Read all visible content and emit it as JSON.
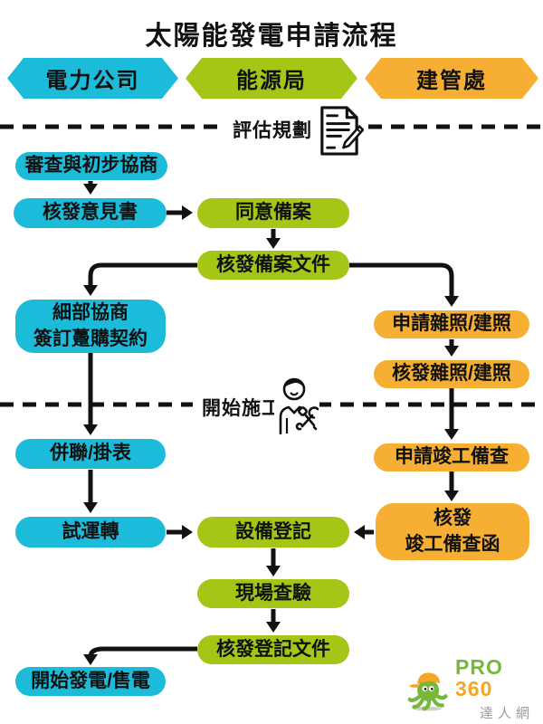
{
  "title": "太陽能發電申請流程",
  "colors": {
    "cyan": "#1BBBD9",
    "green": "#A4C617",
    "orange": "#F6AF32",
    "ink": "#111111",
    "logo_green": "#76B73C",
    "logo_orange": "#F5A623",
    "logo_gray": "#9C9C9C"
  },
  "lanes": [
    {
      "id": "power-company",
      "label": "電力公司",
      "color": "cyan"
    },
    {
      "id": "energy-bureau",
      "label": "能源局",
      "color": "green"
    },
    {
      "id": "building-administration",
      "label": "建管處",
      "color": "orange"
    }
  ],
  "phases": [
    {
      "label": "評估規劃",
      "icon": "document-pencil-icon"
    },
    {
      "label": "開始施工",
      "icon": "construction-worker-icon"
    }
  ],
  "nodes": [
    {
      "id": "review-initial-negotiation",
      "label": "審查與初步協商",
      "lane": "電力公司",
      "color": "cyan"
    },
    {
      "id": "issue-opinion-letter",
      "label": "核發意見書",
      "lane": "電力公司",
      "color": "cyan"
    },
    {
      "id": "consent-filing",
      "label": "同意備案",
      "lane": "能源局",
      "color": "green"
    },
    {
      "id": "issue-filing-document",
      "label": "核發備案文件",
      "lane": "能源局",
      "color": "green"
    },
    {
      "id": "detailed-negotiation-sign-ppa",
      "label": "細部協商\n簽訂躉購契約",
      "lane": "電力公司",
      "color": "cyan"
    },
    {
      "id": "apply-misc-building-permit",
      "label": "申請雜照/建照",
      "lane": "建管處",
      "color": "orange"
    },
    {
      "id": "issue-misc-building-permit",
      "label": "核發雜照/建照",
      "lane": "建管處",
      "color": "orange"
    },
    {
      "id": "grid-connection-meter",
      "label": "併聯/掛表",
      "lane": "電力公司",
      "color": "cyan"
    },
    {
      "id": "apply-completion-review",
      "label": "申請竣工備查",
      "lane": "建管處",
      "color": "orange"
    },
    {
      "id": "trial-run",
      "label": "試運轉",
      "lane": "電力公司",
      "color": "cyan"
    },
    {
      "id": "equipment-registration",
      "label": "設備登記",
      "lane": "能源局",
      "color": "green"
    },
    {
      "id": "issue-completion-review-letter",
      "label": "核發\n竣工備查函",
      "lane": "建管處",
      "color": "orange"
    },
    {
      "id": "site-inspection",
      "label": "現場查驗",
      "lane": "能源局",
      "color": "green"
    },
    {
      "id": "issue-registration-document",
      "label": "核發登記文件",
      "lane": "能源局",
      "color": "green"
    },
    {
      "id": "start-generation-sale",
      "label": "開始發電/售電",
      "lane": "電力公司",
      "color": "cyan"
    }
  ],
  "edges": [
    {
      "from": "審查與初步協商",
      "to": "核發意見書"
    },
    {
      "from": "核發意見書",
      "to": "同意備案"
    },
    {
      "from": "同意備案",
      "to": "核發備案文件"
    },
    {
      "from": "核發備案文件",
      "to": "細部協商 簽訂躉購契約"
    },
    {
      "from": "核發備案文件",
      "to": "申請雜照/建照"
    },
    {
      "from": "申請雜照/建照",
      "to": "核發雜照/建照"
    },
    {
      "from": "細部協商 簽訂躉購契約",
      "to": "併聯/掛表"
    },
    {
      "from": "核發雜照/建照",
      "to": "申請竣工備查"
    },
    {
      "from": "併聯/掛表",
      "to": "試運轉"
    },
    {
      "from": "申請竣工備查",
      "to": "核發 竣工備查函"
    },
    {
      "from": "試運轉",
      "to": "設備登記"
    },
    {
      "from": "核發 竣工備查函",
      "to": "設備登記"
    },
    {
      "from": "設備登記",
      "to": "現場查驗"
    },
    {
      "from": "現場查驗",
      "to": "核發登記文件"
    },
    {
      "from": "核發登記文件",
      "to": "開始發電/售電"
    }
  ],
  "logo": {
    "brand_pro": "PRO",
    "brand_360": "360",
    "subtitle": "達人網",
    "icon": "octopus-mascot-icon"
  }
}
